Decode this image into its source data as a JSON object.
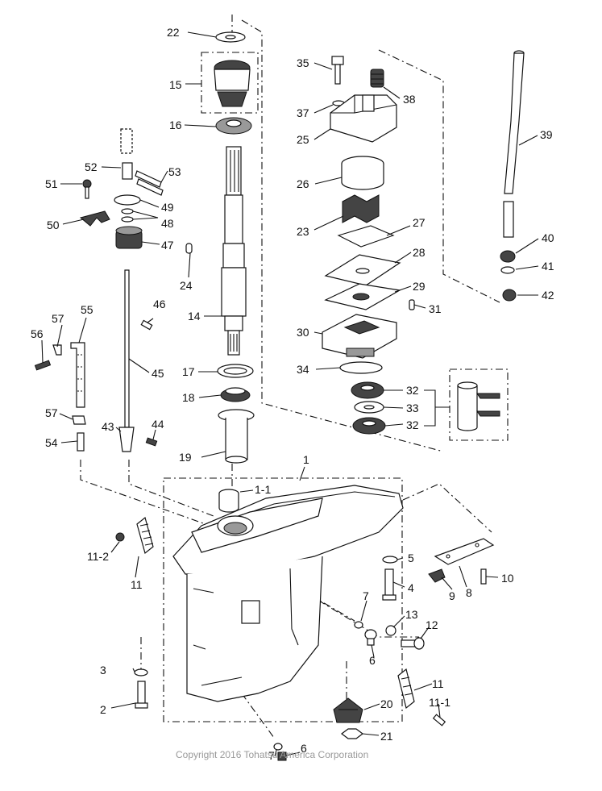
{
  "copyright": "Copyright 2016 Tohatsu America Corporation",
  "labels": {
    "22": "22",
    "15": "15",
    "16": "16",
    "52": "52",
    "53": "53",
    "51": "51",
    "49": "49",
    "48": "48",
    "50": "50",
    "47": "47",
    "24": "24",
    "14": "14",
    "46": "46",
    "57a": "57",
    "55": "55",
    "56": "56",
    "45": "45",
    "17": "17",
    "18": "18",
    "57b": "57",
    "43": "43",
    "44": "44",
    "54": "54",
    "19": "19",
    "1": "1",
    "1-1": "1-1",
    "11-2": "11-2",
    "11a": "11",
    "35": "35",
    "38": "38",
    "37": "37",
    "25": "25",
    "26": "26",
    "23": "23",
    "27": "27",
    "28": "28",
    "29": "29",
    "31": "31",
    "30": "30",
    "34": "34",
    "32a": "32",
    "33": "33",
    "32b": "32",
    "39": "39",
    "40": "40",
    "41": "41",
    "42": "42",
    "5": "5",
    "4": "4",
    "10": "10",
    "8": "8",
    "9": "9",
    "7a": "7",
    "13": "13",
    "12": "12",
    "6a": "6",
    "3": "3",
    "2": "2",
    "11b": "11",
    "11-1": "11-1",
    "20": "20",
    "21": "21",
    "7b": "7",
    "6b": "6"
  }
}
